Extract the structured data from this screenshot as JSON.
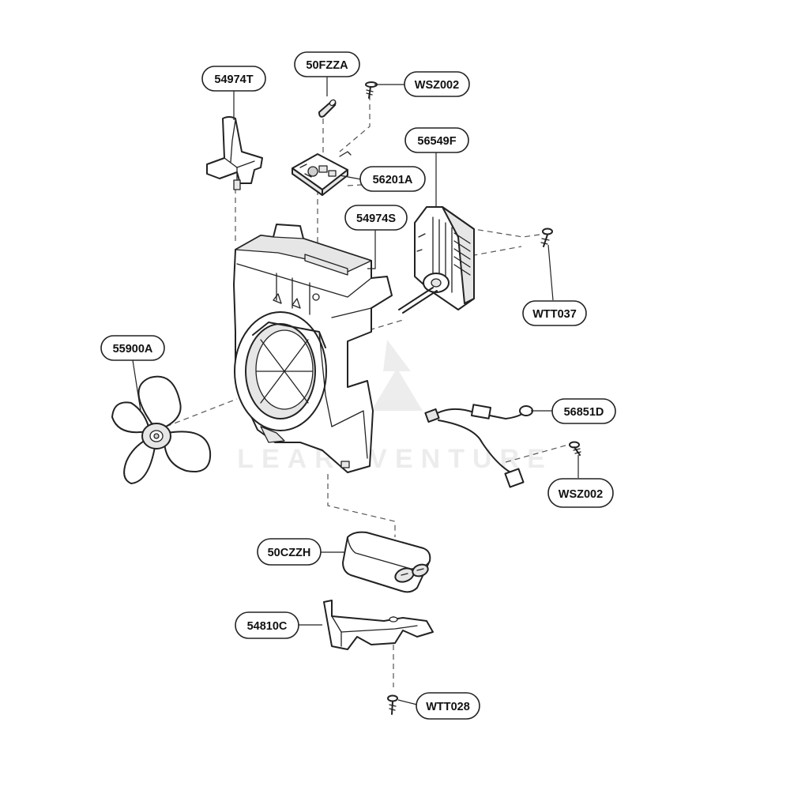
{
  "diagram": {
    "watermark": "LEARNVENTURE",
    "callouts": {
      "p54974T": "54974T",
      "p50FZZA": "50FZZA",
      "pWSZ002a": "WSZ002",
      "p56549F": "56549F",
      "p56201A": "56201A",
      "p54974S": "54974S",
      "pWTT037": "WTT037",
      "p55900A": "55900A",
      "p56851D": "56851D",
      "pWSZ002b": "WSZ002",
      "p50CZZH": "50CZZH",
      "p54810C": "54810C",
      "pWTT028": "WTT028"
    }
  }
}
